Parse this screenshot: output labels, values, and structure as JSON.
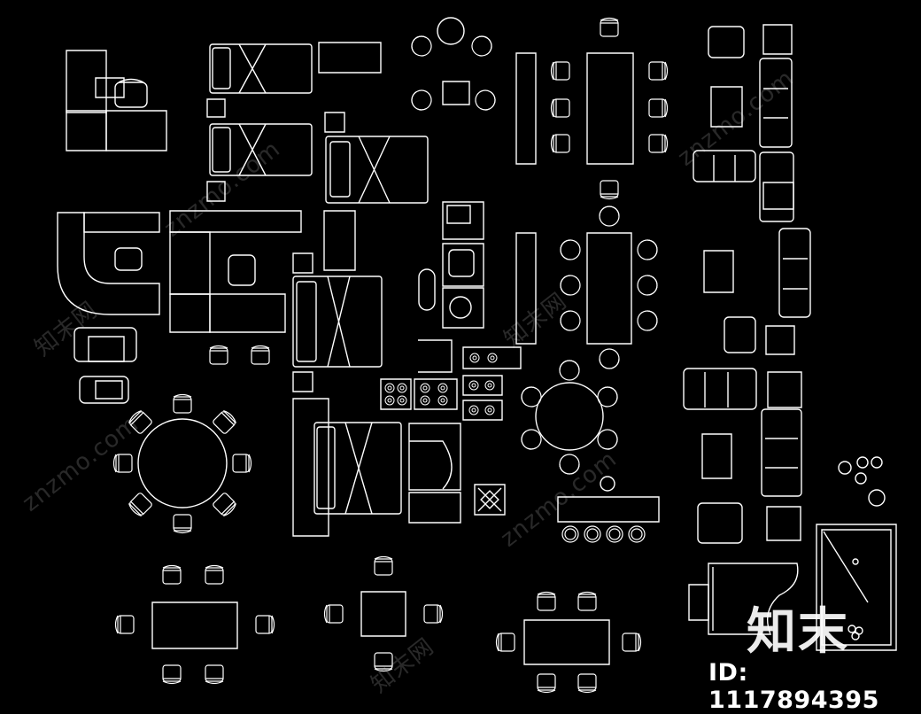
{
  "canvas": {
    "background": "#000000",
    "stroke": "#ffffff"
  },
  "watermark": {
    "text": "znzmo.com",
    "cn_text": "知末网"
  },
  "logo": {
    "text": "知末"
  },
  "image_id": {
    "text": "ID: 1117894395"
  },
  "symbols": [
    "desk-with-chair-icon",
    "single-bed-icon",
    "double-bed-icon",
    "l-shaped-sofa-icon",
    "armchair-icon",
    "round-dining-table-icon",
    "rectangular-dining-table-icon",
    "square-dining-table-icon",
    "kitchen-sink-icon",
    "stove-icon",
    "bar-counter-icon",
    "piano-icon",
    "billiard-table-icon",
    "bathtub-icon",
    "toilet-icon"
  ]
}
